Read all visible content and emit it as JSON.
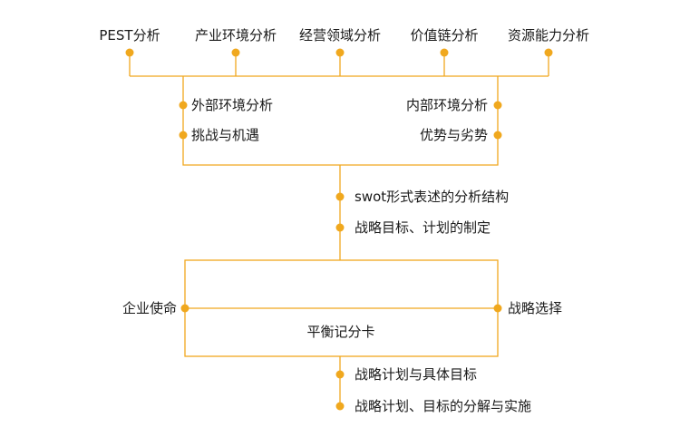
{
  "colors": {
    "line": "#f0a81e",
    "dot": "#f0a81e",
    "text": "#1a1a1a",
    "background": "#ffffff"
  },
  "diagram": {
    "top_items": [
      "PEST分析",
      "产业环境分析",
      "经营领域分析",
      "价值链分析",
      "资源能力分析"
    ],
    "external": {
      "analysis": "外部环境分析",
      "result": "挑战与机遇"
    },
    "internal": {
      "analysis": "内部环境分析",
      "result": "优势与劣势"
    },
    "middle_steps": [
      "swot形式表述的分析结构",
      "战略目标、计划的制定"
    ],
    "left_input": "企业使命",
    "right_input": "战略选择",
    "core": "平衡记分卡",
    "bottom_steps": [
      "战略计划与具体目标",
      "战略计划、目标的分解与实施"
    ]
  }
}
